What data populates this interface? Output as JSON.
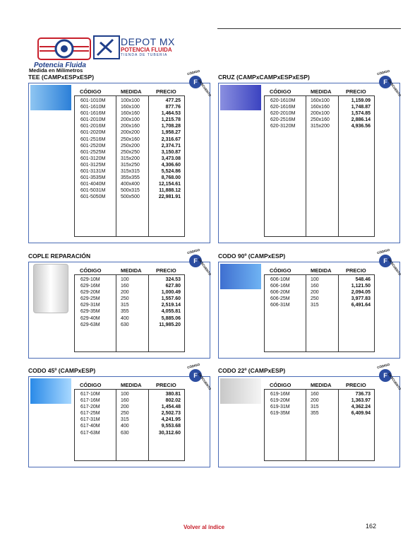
{
  "header": {
    "brand_left": "Potencia Fluida",
    "brand_right_title": "DEPOT MX",
    "brand_right_sub": "POTENCIA FLUIDA",
    "brand_right_sub2": "TIENDA DE TUBERIA",
    "subtitle": "Medida en Milímetros"
  },
  "columns": {
    "code": "CÓDIGO",
    "size": "MEDIDA",
    "price": "PRECIO"
  },
  "badge": {
    "letter": "F",
    "top": "CÓDIGO",
    "right": "DESCUENTO"
  },
  "sections": {
    "tee": {
      "title": "TEE (CAMPxESPxESP)",
      "rows": [
        [
          "601-1010M",
          "100x100",
          "477.25"
        ],
        [
          "601-1610M",
          "160x100",
          "877.76"
        ],
        [
          "601-1616M",
          "160x160",
          "1,464.53"
        ],
        [
          "601-2010M",
          "200x100",
          "1,215.78"
        ],
        [
          "601-2016M",
          "200x160",
          "1,708.28"
        ],
        [
          "601-2020M",
          "200x200",
          "1,958.27"
        ],
        [
          "601-2516M",
          "250x160",
          "2,316.67"
        ],
        [
          "601-2520M",
          "250x200",
          "2,374.71"
        ],
        [
          "601-2525M",
          "250x250",
          "3,150.87"
        ],
        [
          "601-3120M",
          "315x200",
          "3,473.08"
        ],
        [
          "601-3125M",
          "315x250",
          "4,306.60"
        ],
        [
          "601-3131M",
          "315x315",
          "5,524.86"
        ],
        [
          "601-3535M",
          "355x355",
          "8,768.00"
        ],
        [
          "601-4040M",
          "400x400",
          "12,154.61"
        ],
        [
          "601-5031M",
          "500x315",
          "11,888.12"
        ],
        [
          "601-5050M",
          "500x500",
          "22,981.91"
        ]
      ]
    },
    "cruz": {
      "title": "CRUZ (CAMPxCAMPxESPxESP)",
      "rows": [
        [
          "620-1610M",
          "160x100",
          "1,159.09"
        ],
        [
          "620-1616M",
          "160x160",
          "1,748.87"
        ],
        [
          "620-2010M",
          "200x100",
          "1,574.85"
        ],
        [
          "620-2516M",
          "250x160",
          "2,886.14"
        ],
        [
          "620-3120M",
          "315x200",
          "4,936.56"
        ]
      ]
    },
    "cople": {
      "title": "COPLE REPARACIÓN",
      "rows": [
        [
          "629-10M",
          "100",
          "324.53"
        ],
        [
          "629-16M",
          "160",
          "627.80"
        ],
        [
          "629-20M",
          "200",
          "1,000.49"
        ],
        [
          "629-25M",
          "250",
          "1,557.60"
        ],
        [
          "629-31M",
          "315",
          "2,519.14"
        ],
        [
          "629-35M",
          "355",
          "4,055.81"
        ],
        [
          "629-40M",
          "400",
          "5,885.06"
        ],
        [
          "629-63M",
          "630",
          "11,985.20"
        ]
      ]
    },
    "codo90": {
      "title": "CODO 90º (CAMPxESP)",
      "rows": [
        [
          "606-10M",
          "100",
          "548.46"
        ],
        [
          "606-16M",
          "160",
          "1,121.50"
        ],
        [
          "606-20M",
          "200",
          "2,094.05"
        ],
        [
          "606-25M",
          "250",
          "3,977.83"
        ],
        [
          "606-31M",
          "315",
          "6,491.64"
        ]
      ]
    },
    "codo45": {
      "title": "CODO 45º  (CAMPxESP)",
      "rows": [
        [
          "617-10M",
          "100",
          "380.81"
        ],
        [
          "617-16M",
          "160",
          "802.02"
        ],
        [
          "617-20M",
          "200",
          "1,454.48"
        ],
        [
          "617-25M",
          "250",
          "2,502.73"
        ],
        [
          "617-31M",
          "315",
          "4,241.95"
        ],
        [
          "617-40M",
          "400",
          "9,553.68"
        ],
        [
          "617-63M",
          "630",
          "30,312.60"
        ]
      ]
    },
    "codo22": {
      "title": "CODO 22º  (CAMPxESP)",
      "rows": [
        [
          "619-16M",
          "160",
          "736.73"
        ],
        [
          "619-20M",
          "200",
          "1,363.97"
        ],
        [
          "619-31M",
          "315",
          "4,362.24"
        ],
        [
          "619-35M",
          "355",
          "6,409.94"
        ]
      ]
    }
  },
  "footer": {
    "link": "Volver al índice",
    "page": "162"
  }
}
